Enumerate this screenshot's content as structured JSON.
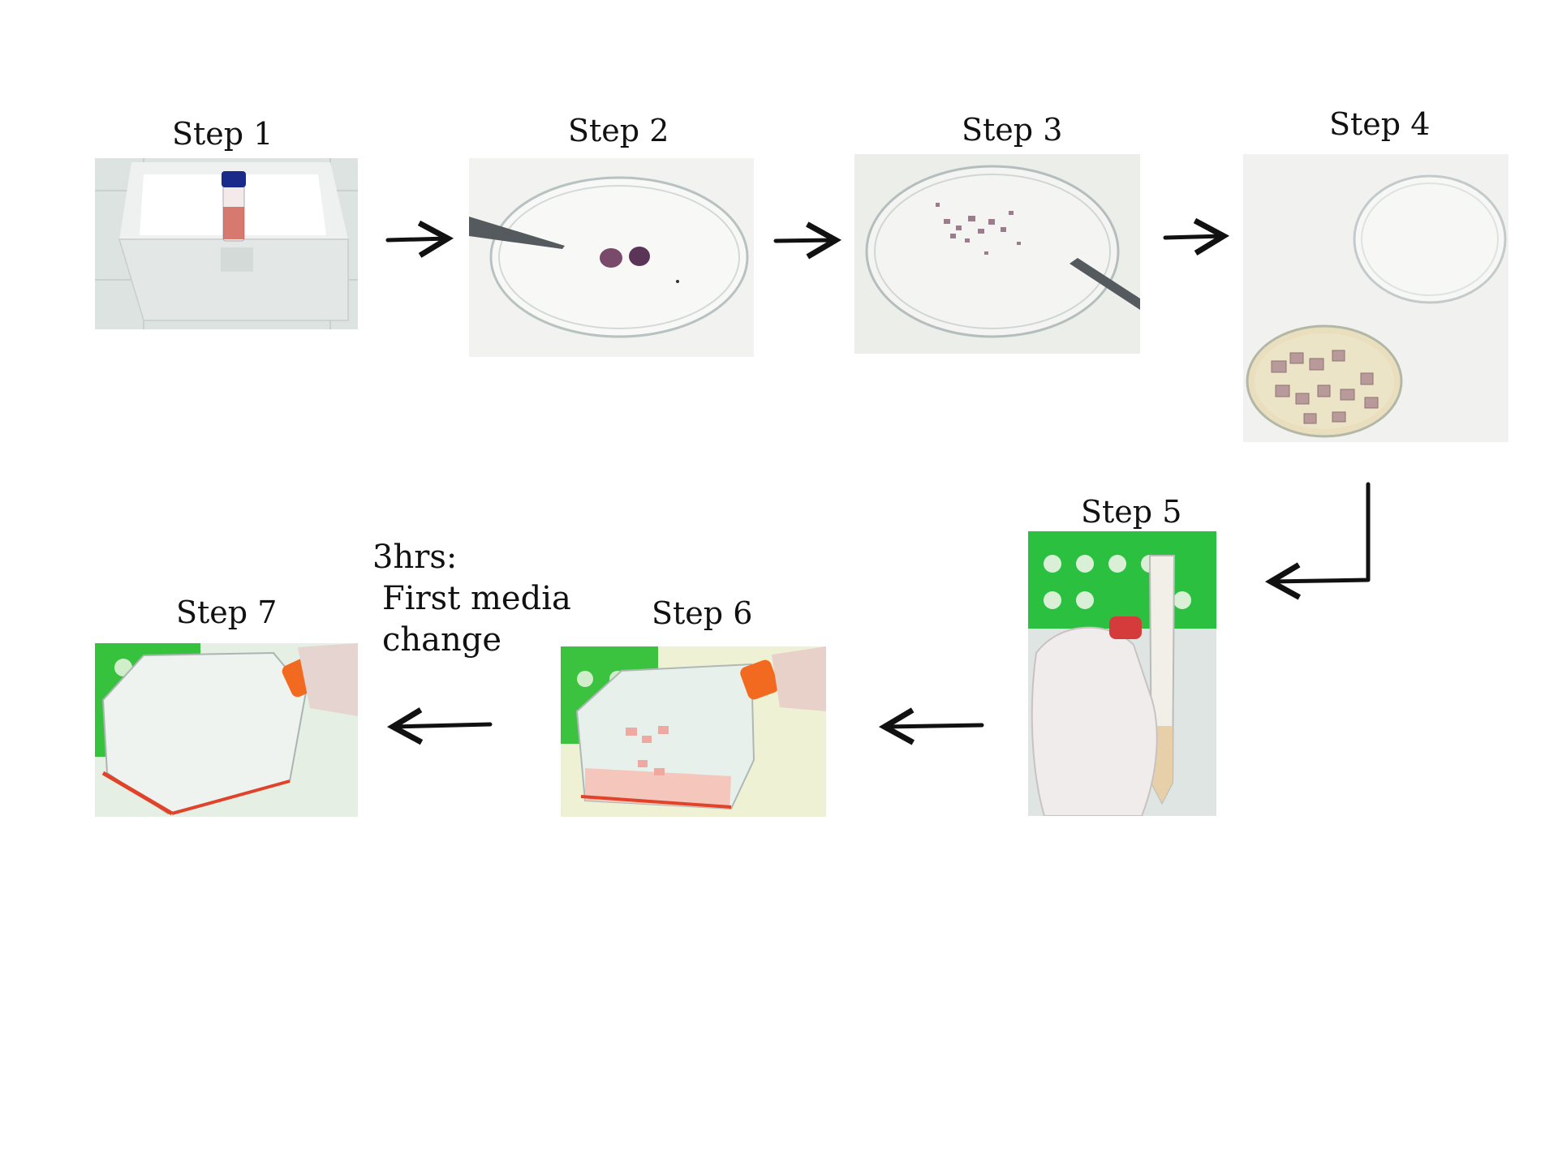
{
  "steps": [
    {
      "label": "Step 1"
    },
    {
      "label": "Step 2"
    },
    {
      "label": "Step 3"
    },
    {
      "label": "Step 4"
    },
    {
      "label": "Step 5"
    },
    {
      "label": "Step 6"
    },
    {
      "label": "Step 7"
    }
  ],
  "note": {
    "line1": "3hrs:",
    "line2": "First media",
    "line3": "change"
  },
  "colors": {
    "arrow": "#111111",
    "rack_green": "#22c23a",
    "media_red": "#e0432a",
    "cap_orange": "#f26a1f",
    "tube_cap_blue": "#1a2a8a"
  }
}
